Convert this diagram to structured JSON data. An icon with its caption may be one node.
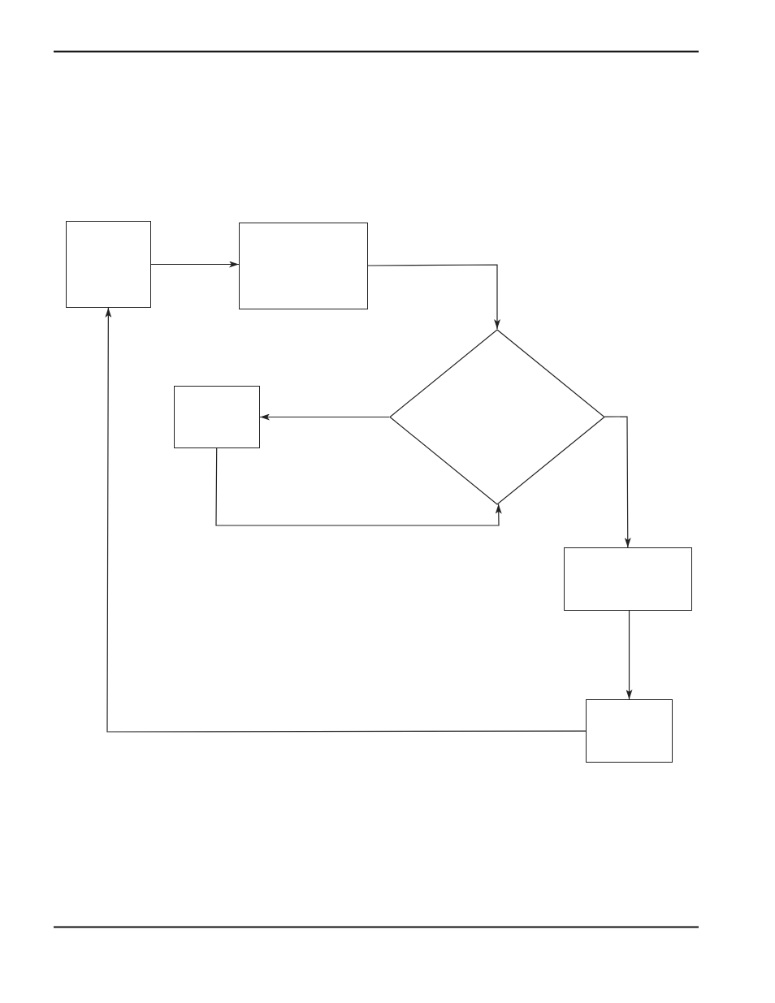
{
  "diagram": {
    "nodes": [
      {
        "text": [],
        "shape": "box"
      },
      {
        "text": [],
        "shape": "box"
      },
      {
        "text": [],
        "shape": "diamond"
      },
      {
        "text": [],
        "shape": "box"
      },
      {
        "text": [],
        "shape": "box"
      },
      {
        "text": [],
        "shape": "box"
      }
    ],
    "edges": [
      {
        "from": 0,
        "to": 1,
        "arrow": "to"
      },
      {
        "from": 1,
        "to": 2,
        "arrow": "to"
      },
      {
        "from": 2,
        "to": 3,
        "arrow": "to"
      },
      {
        "from": 3,
        "to": 2,
        "arrow": "to"
      },
      {
        "from": 2,
        "to": 4,
        "arrow": "to"
      },
      {
        "from": 4,
        "to": 5,
        "arrow": "to"
      },
      {
        "from": 5,
        "to": 0,
        "arrow": "to"
      }
    ]
  }
}
